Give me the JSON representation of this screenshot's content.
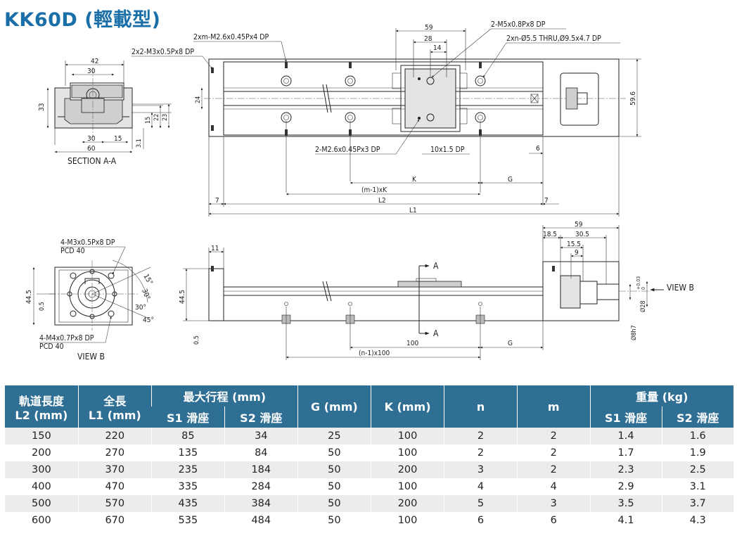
{
  "title": "KK60D (輕載型)",
  "drawing": {
    "section_a_a": {
      "caption": "SECTION A-A",
      "dims": {
        "w42": "42",
        "w30_top": "30",
        "h33": "33",
        "h24": "24",
        "h15": "15",
        "h22": "22",
        "h23": "23",
        "w30_bot": "30",
        "w15": "15",
        "w60": "60",
        "h3_1": "3.1"
      },
      "callout": "2x2-M3x0.5Px8 DP"
    },
    "top_view": {
      "callouts": {
        "m26_top": "2xm-M2.6x0.45Px4 DP",
        "m5": "2-M5x0.8Px8 DP",
        "thru": "2xn-Ø5.5 THRU,Ø9.5x4.7 DP",
        "m26_bot": "2-M2.6x0.45Px3 DP",
        "depth10": "10x1.5 DP"
      },
      "dims": {
        "d59": "59",
        "d28": "28",
        "d14": "14",
        "d59_6": "59.6",
        "d6": "6",
        "K": "K",
        "G": "G",
        "mK": "(m-1)xK",
        "L2": "L2",
        "L1": "L1",
        "d7_left": "7",
        "d7_right": "7"
      }
    },
    "view_b": {
      "caption": "VIEW B",
      "callout_top": "4-M3x0.5Px8 DP",
      "pcd_top": "PCD 40",
      "callout_bot": "4-M4x0.7Px8 DP",
      "pcd_bot": "PCD 40",
      "dims": {
        "h44_5": "44.5",
        "h0_5": "0.5",
        "a15": "15°",
        "a30": "30°",
        "a30b": "30°",
        "a45": "45°"
      }
    },
    "side_view": {
      "dims": {
        "d11": "11",
        "d59": "59",
        "d18_5": "18.5",
        "d30_5": "30.5",
        "d15_5": "15.5",
        "d9": "9",
        "h44_5": "44.5",
        "h0_5": "0.5",
        "d100": "100",
        "G": "G",
        "n100": "(n-1)x100",
        "d28": "Ø28",
        "tol_top": "+0.03",
        "tol_bot": "0",
        "d8h7": "Ø8h7"
      },
      "section_label_top": "A",
      "section_label_bot": "A",
      "view_b_arrow": "VIEW B"
    }
  },
  "table": {
    "headers": {
      "l2": [
        "軌道長度",
        "L2 (mm)"
      ],
      "l1": [
        "全長",
        "L1 (mm)"
      ],
      "stroke": "最大行程 (mm)",
      "stroke_s1": "S1 滑座",
      "stroke_s2": "S2 滑座",
      "g": "G (mm)",
      "k": "K (mm)",
      "n": "n",
      "m": "m",
      "weight": "重量 (kg)",
      "weight_s1": "S1 滑座",
      "weight_s2": "S2 滑座"
    },
    "rows": [
      [
        "150",
        "220",
        "85",
        "34",
        "25",
        "100",
        "2",
        "2",
        "1.4",
        "1.6"
      ],
      [
        "200",
        "270",
        "135",
        "84",
        "50",
        "100",
        "2",
        "2",
        "1.7",
        "1.9"
      ],
      [
        "300",
        "370",
        "235",
        "184",
        "50",
        "200",
        "3",
        "2",
        "2.3",
        "2.5"
      ],
      [
        "400",
        "470",
        "335",
        "284",
        "50",
        "100",
        "4",
        "4",
        "2.9",
        "3.1"
      ],
      [
        "500",
        "570",
        "435",
        "384",
        "50",
        "200",
        "5",
        "3",
        "3.5",
        "3.7"
      ],
      [
        "600",
        "670",
        "535",
        "484",
        "50",
        "100",
        "6",
        "6",
        "4.1",
        "4.3"
      ]
    ]
  },
  "colors": {
    "title": "#1a6fa8",
    "header_bg": "#2f6f93",
    "row_shade": "#ececec"
  }
}
